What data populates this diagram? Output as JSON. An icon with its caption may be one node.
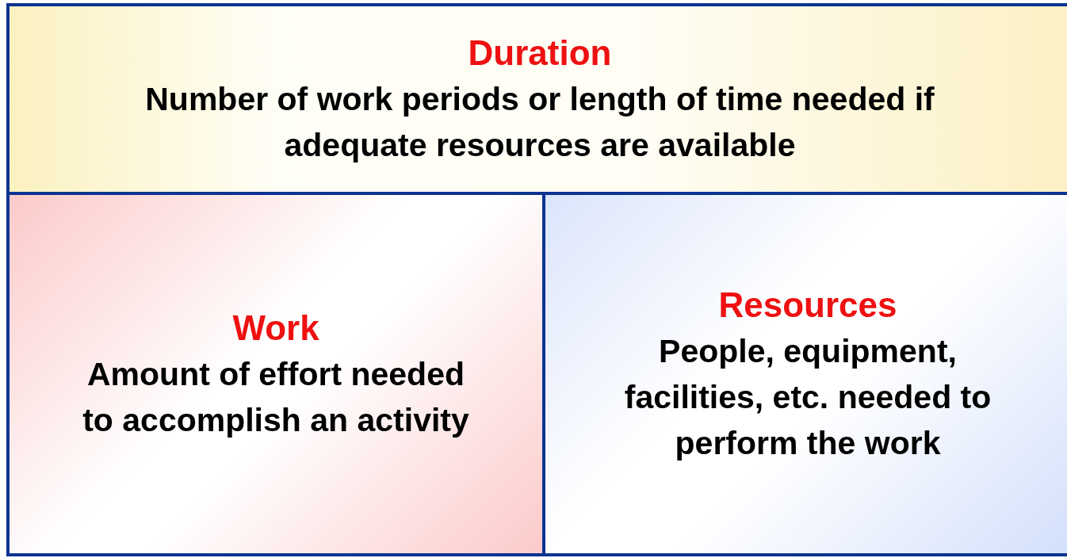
{
  "diagram": {
    "nodes": [
      {
        "text": [
          "Duration",
          "Number of work periods or length of time needed if adequate resources are available"
        ]
      },
      {
        "text": [
          "Work",
          "Amount of effort needed to accomplish an activity"
        ]
      },
      {
        "text": [
          "Resources",
          "People, equipment, facilities, etc. needed to perform the work"
        ]
      }
    ]
  }
}
